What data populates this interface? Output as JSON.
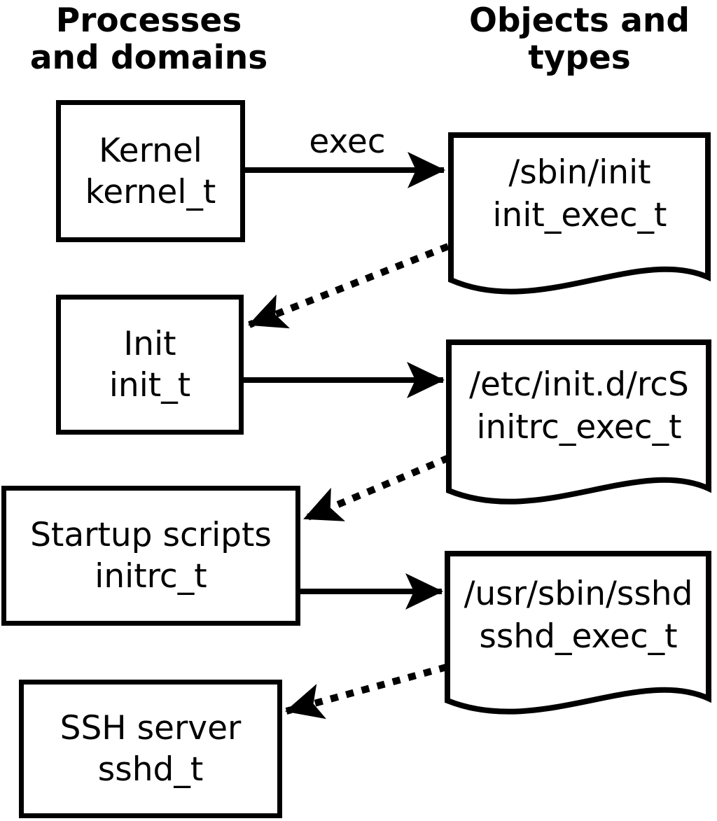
{
  "diagram": {
    "headings": {
      "left": {
        "line1": "Processes",
        "line2": "and domains"
      },
      "right": {
        "line1": "Objects and",
        "line2": "types"
      }
    },
    "processes": [
      {
        "label": "Kernel",
        "type": "kernel_t"
      },
      {
        "label": "Init",
        "type": "init_t"
      },
      {
        "label": "Startup scripts",
        "type": "initrc_t"
      },
      {
        "label": "SSH server",
        "type": "sshd_t"
      }
    ],
    "objects": [
      {
        "path": "/sbin/init",
        "type": "init_exec_t"
      },
      {
        "path": "/etc/init.d/rcS",
        "type": "initrc_exec_t"
      },
      {
        "path": "/usr/sbin/sshd",
        "type": "sshd_exec_t"
      }
    ],
    "labels": {
      "exec": "exec"
    },
    "colors": {
      "ink": "#000000",
      "paper": "#ffffff"
    }
  }
}
